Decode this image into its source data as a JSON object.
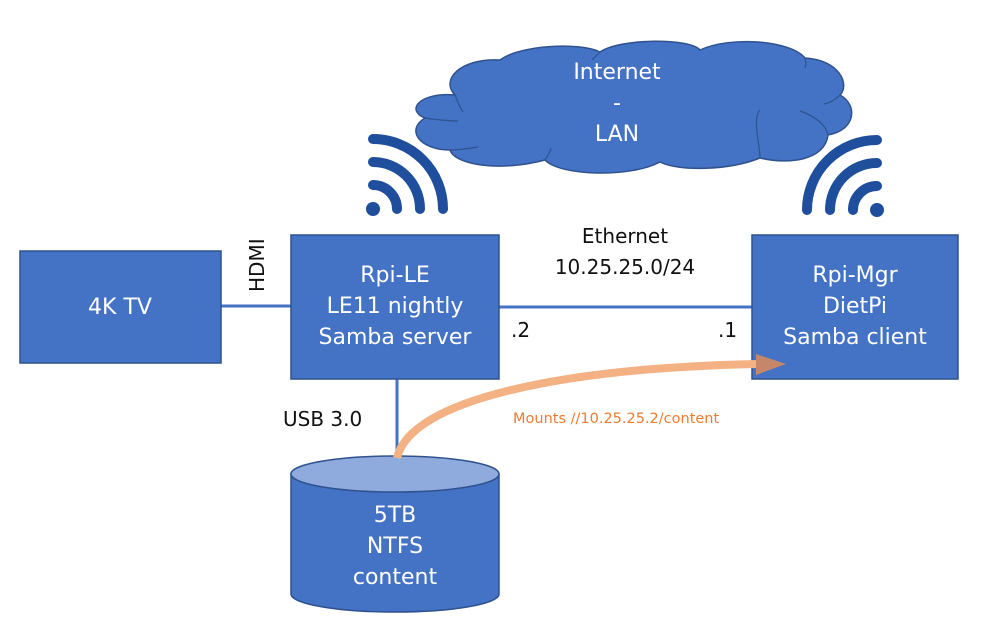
{
  "colors": {
    "node_fill": "#4472C4",
    "node_stroke": "#2F528F",
    "cylinder_top": "#8FAADC",
    "link": "#4472C4",
    "wifi": "#1F4E9C",
    "mount_arrow": "#F4B183",
    "mount_arrow_head": "#C5876A",
    "mount_text": "#ED7D31"
  },
  "cloud": {
    "lines": [
      "Internet",
      "-",
      "LAN"
    ]
  },
  "nodes": {
    "tv": {
      "lines": [
        "4K TV"
      ]
    },
    "rpi_le": {
      "lines": [
        "Rpi-LE",
        "LE11 nightly",
        "Samba server"
      ],
      "wifi_icon": "wifi-icon"
    },
    "rpi_mgr": {
      "lines": [
        "Rpi-Mgr",
        "DietPi",
        "Samba client"
      ],
      "wifi_icon": "wifi-icon"
    },
    "disk": {
      "lines": [
        "5TB",
        "NTFS",
        "content"
      ]
    }
  },
  "links": {
    "hdmi": {
      "label": "HDMI"
    },
    "ethernet": {
      "label_lines": [
        "Ethernet",
        "10.25.25.0/24"
      ],
      "left_endpoint": ".2",
      "right_endpoint": ".1"
    },
    "usb": {
      "label": "USB 3.0"
    },
    "mount": {
      "label": "Mounts //10.25.25.2/content"
    }
  }
}
